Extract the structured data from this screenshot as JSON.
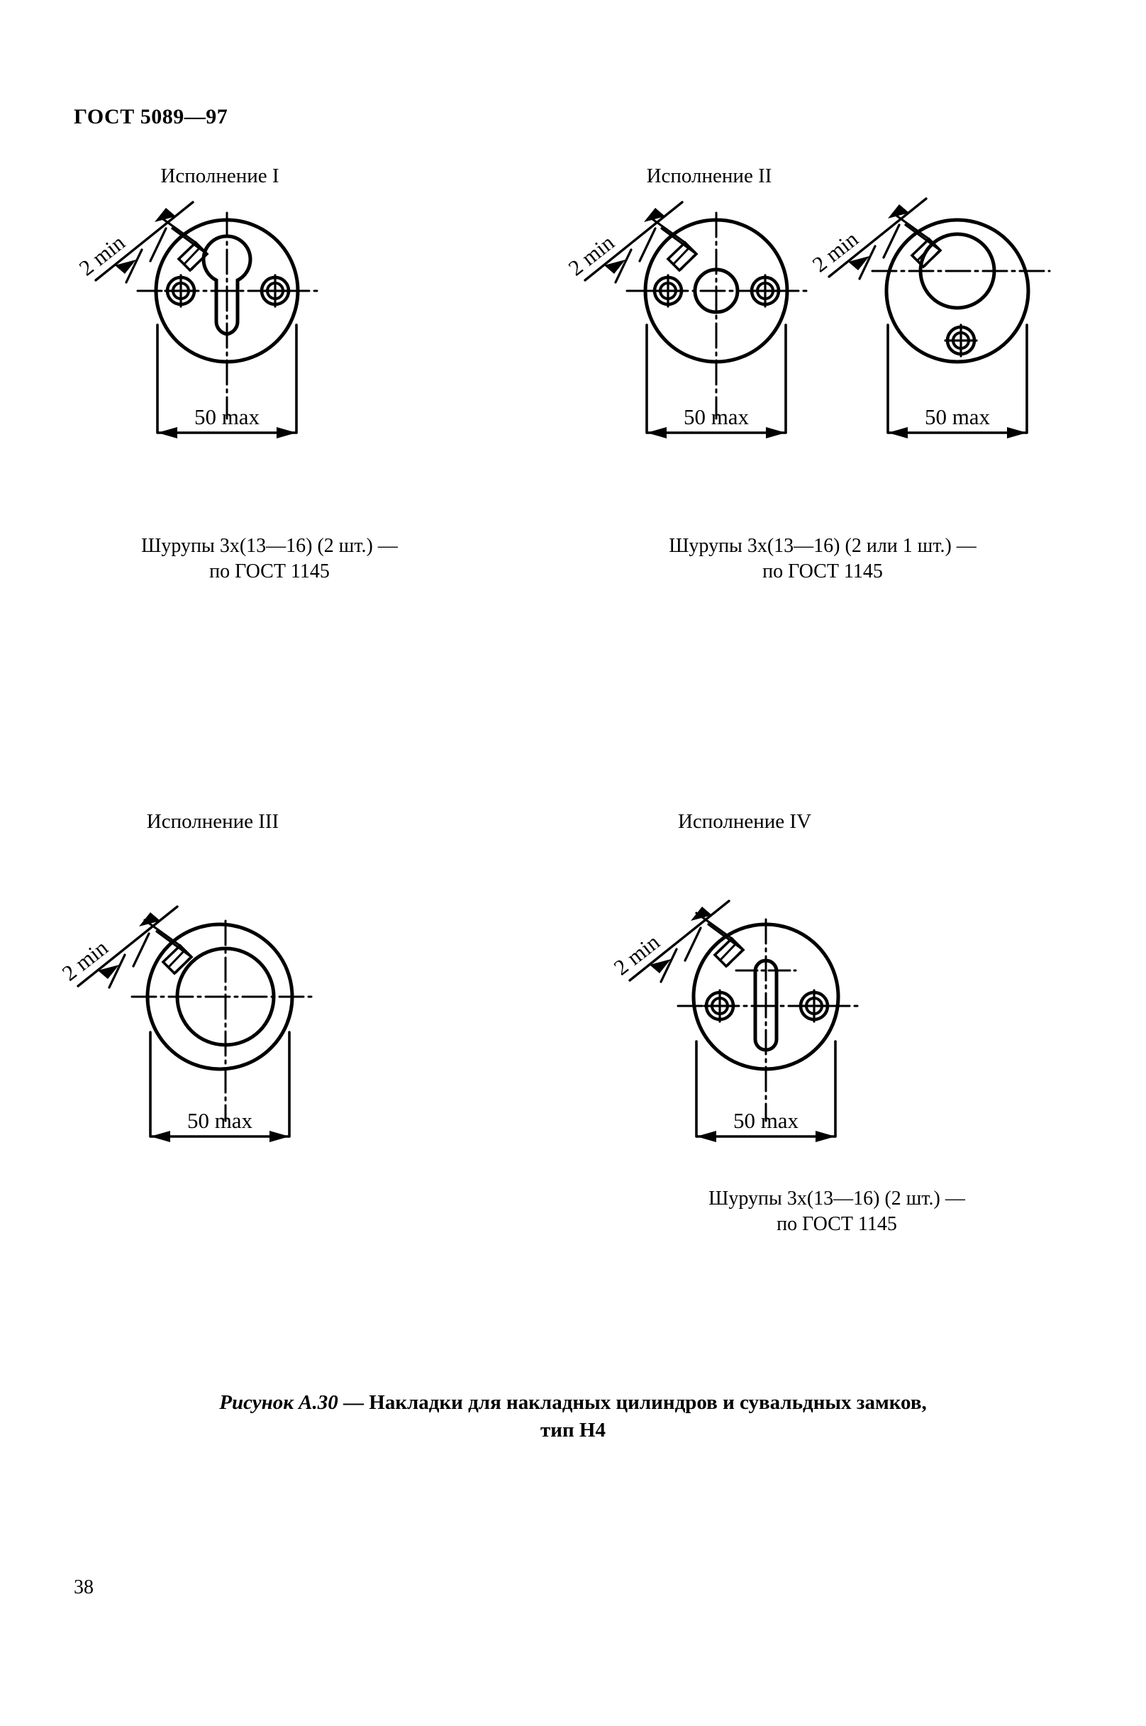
{
  "document": {
    "standard_header": "ГОСТ 5089—97",
    "page_number": "38"
  },
  "figures": [
    {
      "id": "I",
      "title": "Исполнение I",
      "min_label": "2 min",
      "max_label": "50 max",
      "caption_line1": "Шурупы 3х(13—16) (2 шт.) —",
      "caption_line2": "по ГОСТ 1145",
      "type": "cylinder-escutcheon-keyhole",
      "screws": 2
    },
    {
      "id": "II",
      "title": "Исполнение II",
      "min_label": "2 min",
      "max_label": "50 max",
      "min_label_b": "2 min",
      "max_label_b": "50 max",
      "caption_line1": "Шурупы 3х(13—16) (2 или 1 шт.) —",
      "caption_line2": "по ГОСТ 1145",
      "type": "round-hole-escutcheon",
      "screws": 2
    },
    {
      "id": "III",
      "title": "Исполнение III",
      "min_label": "2 min",
      "max_label": "50 max",
      "caption_line1": "",
      "caption_line2": "",
      "type": "plain-ring-escutcheon",
      "screws": 0
    },
    {
      "id": "IV",
      "title": "Исполнение IV",
      "min_label": "2 min",
      "max_label": "50 max",
      "caption_line1": "Шурупы 3х(13—16) (2 шт.) —",
      "caption_line2": "по ГОСТ 1145",
      "type": "lever-lock-escutcheon",
      "screws": 2
    }
  ],
  "bottom_caption": {
    "figure_ref": "Рисунок А.30",
    "dash": " — ",
    "text_line1": "Накладки для накладных цилиндров и сувальдных замков,",
    "text_line2": "тип Н4"
  },
  "colors": {
    "ink": "#000000",
    "paper": "#ffffff"
  }
}
